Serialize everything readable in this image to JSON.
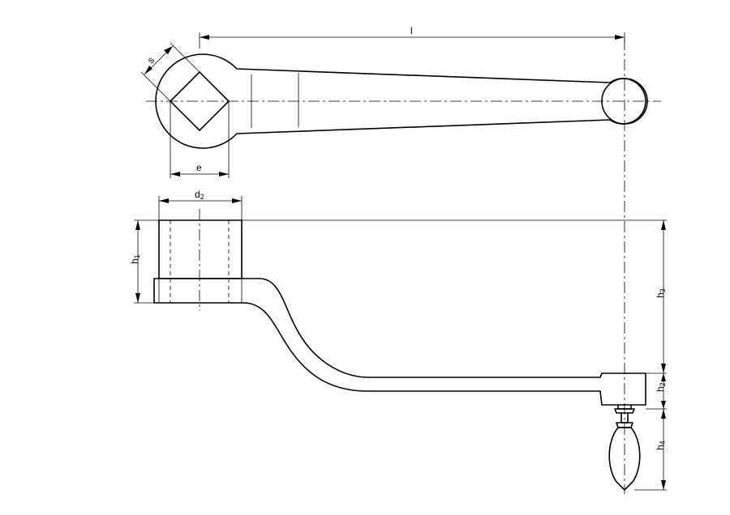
{
  "drawing": {
    "dimension_labels": {
      "l": "l",
      "s": "s",
      "e": "e",
      "d2": "d",
      "d2_sub": "2",
      "h1": "h",
      "h1_sub": "1",
      "h2": "h",
      "h2_sub": "2",
      "h3": "h",
      "h3_sub": "3",
      "h4": "h",
      "h4_sub": "4"
    }
  }
}
